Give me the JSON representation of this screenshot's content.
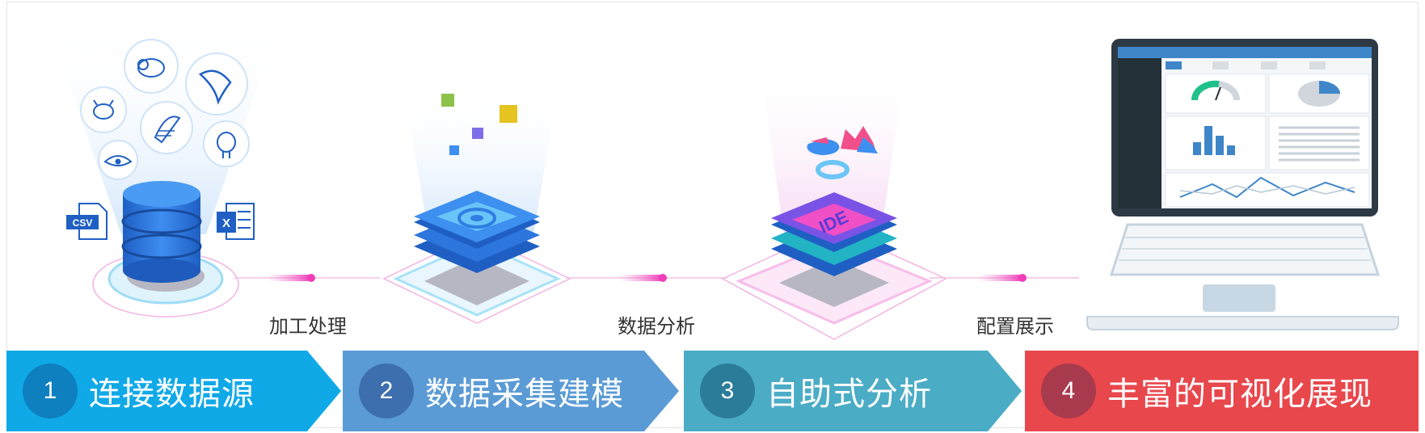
{
  "file_icons": {
    "csv": "CSV",
    "excel": "X"
  },
  "ide_label": "IDE",
  "connectors": [
    {
      "label": "加工处理"
    },
    {
      "label": "数据分析"
    },
    {
      "label": "配置展示"
    }
  ],
  "steps": [
    {
      "number": "1",
      "title": "连接数据源",
      "color": "#10A9E8",
      "circle": "#0E7FBF"
    },
    {
      "number": "2",
      "title": "数据采集建模",
      "color": "#5B9BD5",
      "circle": "#3D6EAE"
    },
    {
      "number": "3",
      "title": "自助式分析",
      "color": "#4BACC6",
      "circle": "#2B7C99"
    },
    {
      "number": "4",
      "title": "丰富的可视化展现",
      "color": "#E8474C",
      "circle": "#A83A4E"
    }
  ]
}
